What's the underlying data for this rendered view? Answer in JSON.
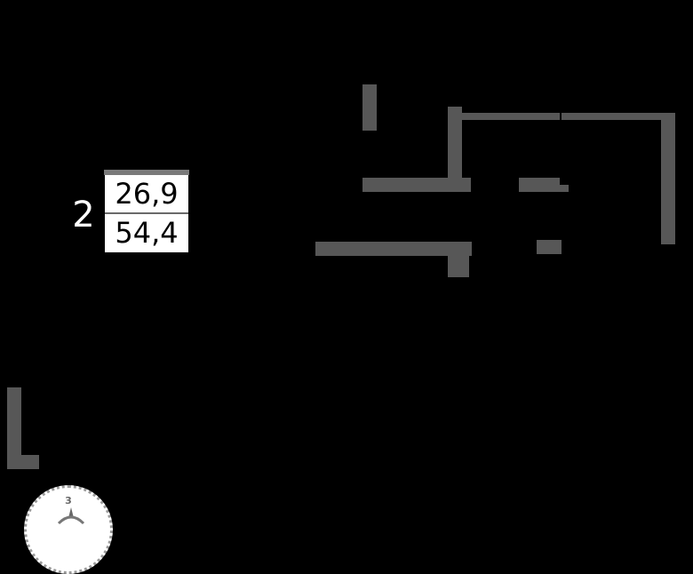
{
  "plan": {
    "rooms_count": "2",
    "living_area": "26,9",
    "total_area": "54,4"
  },
  "compass": {
    "label": "3"
  },
  "colors": {
    "background": "#000000",
    "wall": "#575757",
    "badge_fill": "#ffffff"
  }
}
